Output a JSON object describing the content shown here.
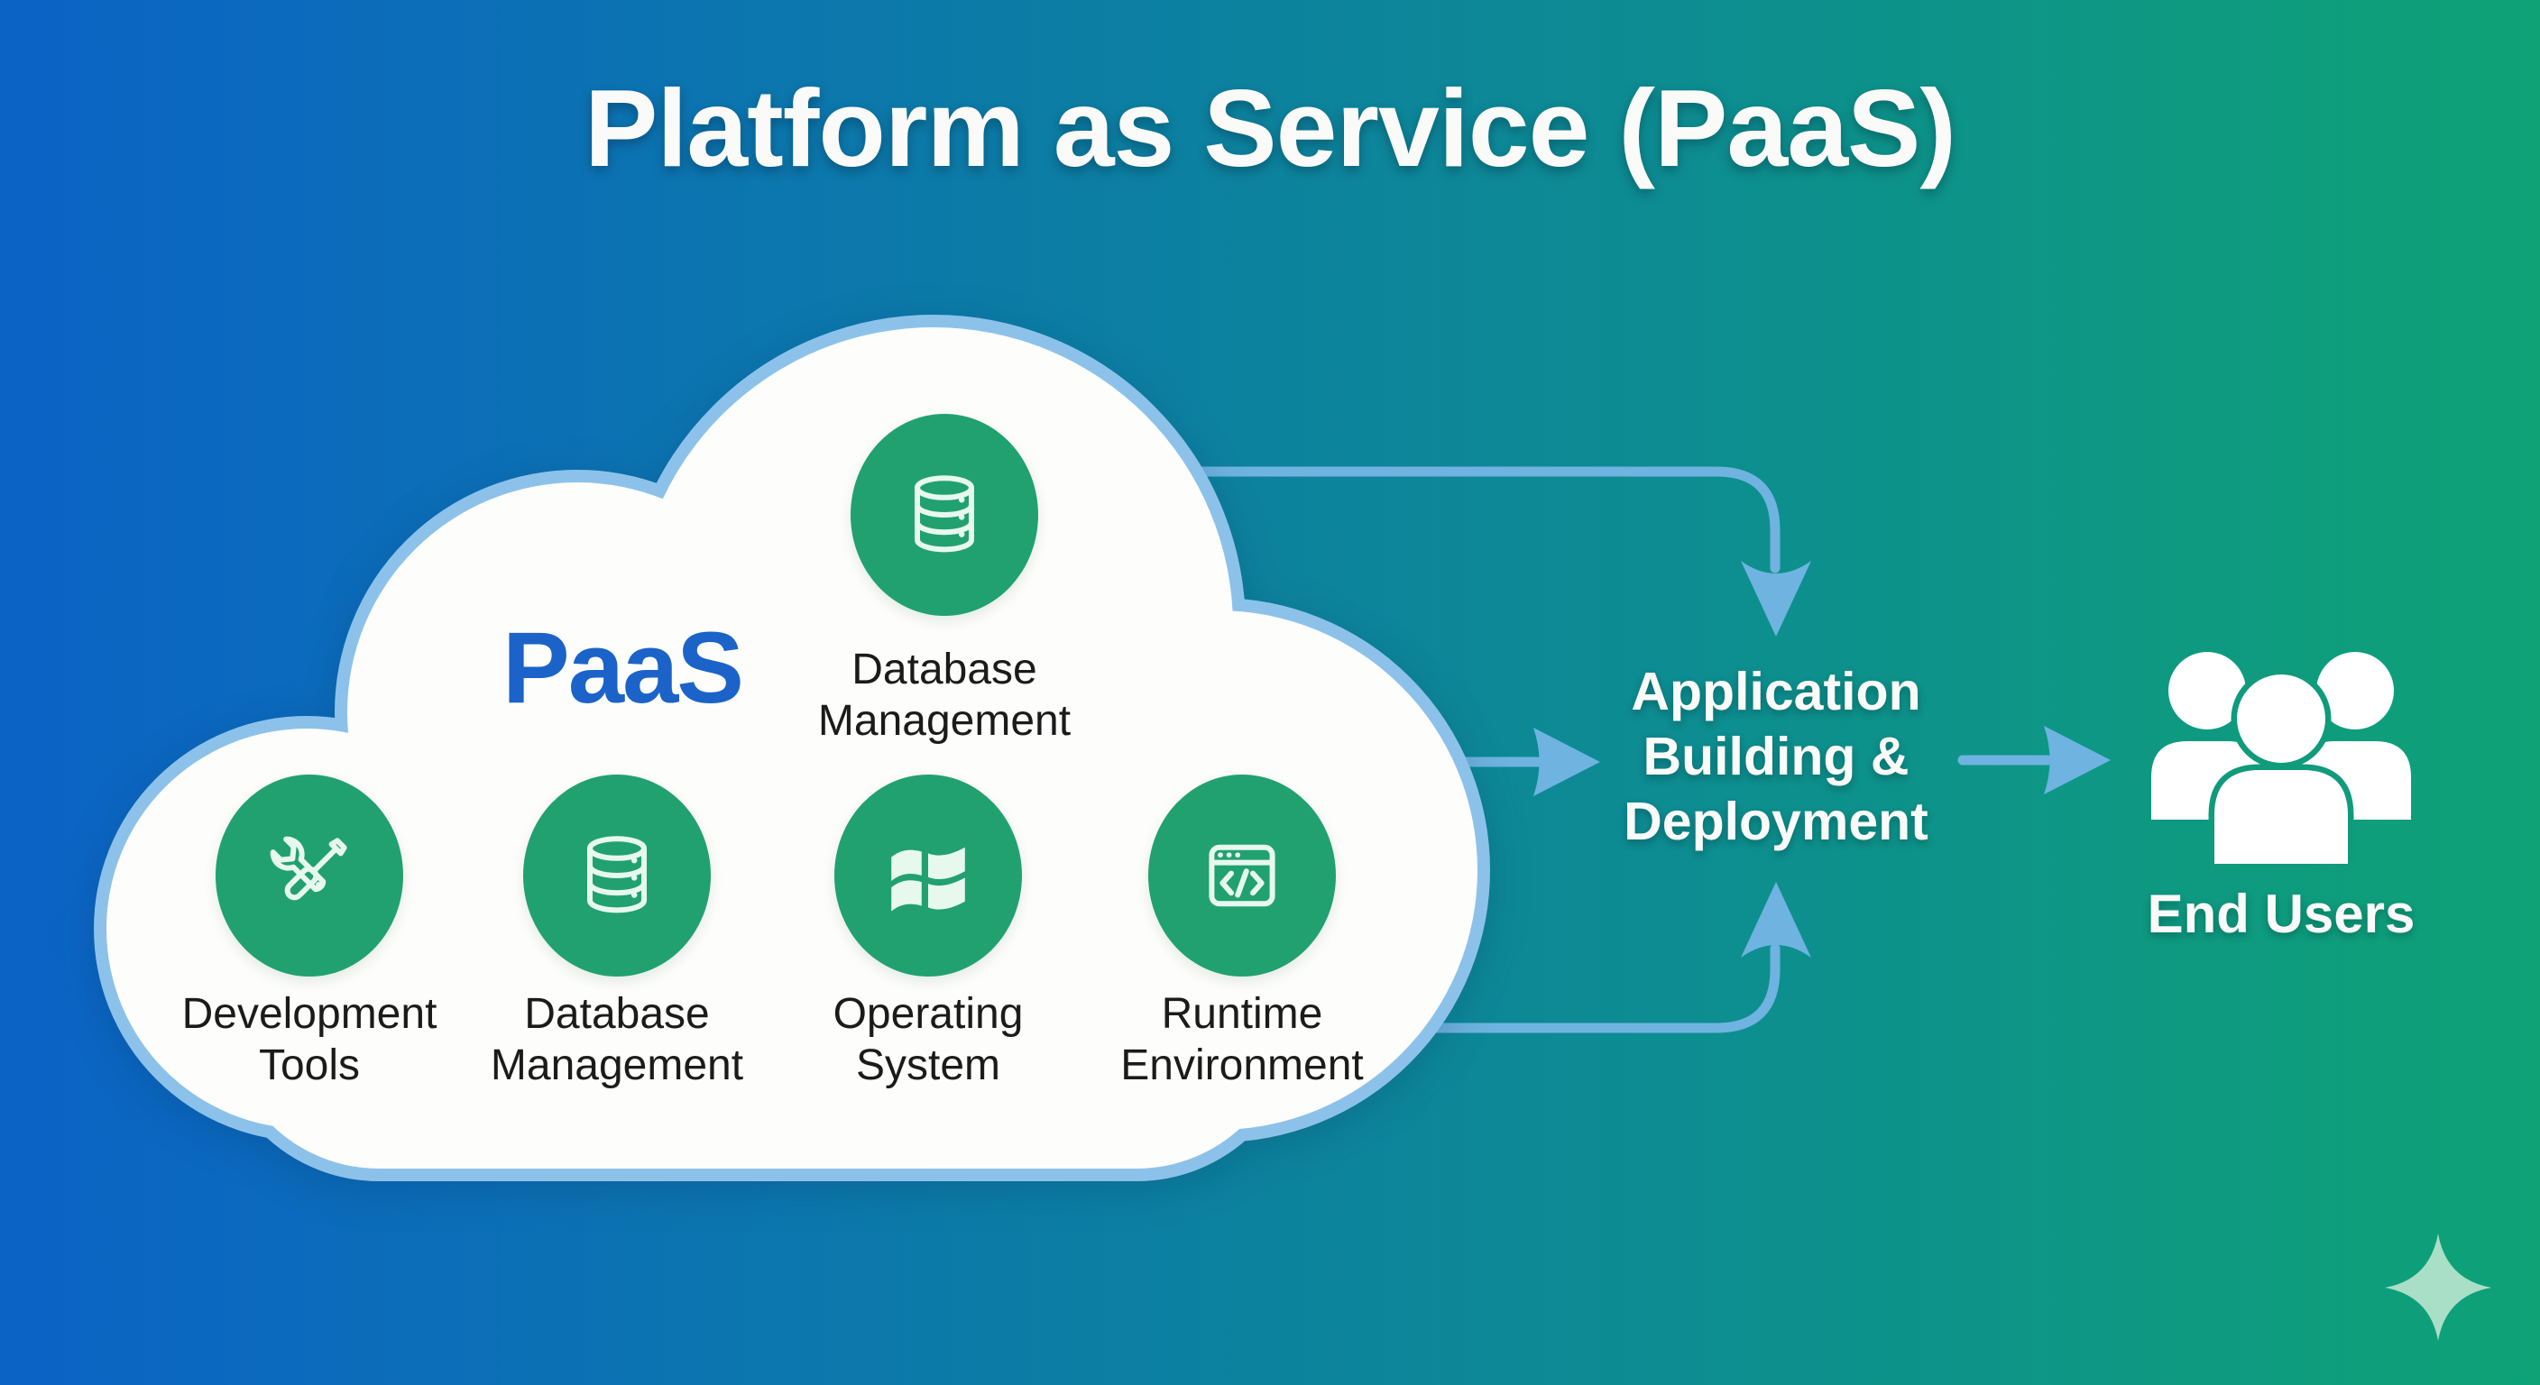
{
  "title": "Platform as Service (PaaS)",
  "cloud": {
    "label": "PaaS",
    "top_item": {
      "label": "Database Management",
      "icon": "database-icon"
    },
    "items": [
      {
        "label": "Development Tools",
        "icon": "tools-icon"
      },
      {
        "label": "Database Management",
        "icon": "database-icon"
      },
      {
        "label": "Operating System",
        "icon": "windows-icon"
      },
      {
        "label": "Runtime Environment",
        "icon": "code-window-icon"
      }
    ]
  },
  "flow": {
    "application_node": {
      "lines": [
        "Application",
        "Building &",
        "Deployment"
      ]
    },
    "end_users": {
      "label": "End Users",
      "icon": "users-icon"
    }
  },
  "colors": {
    "bg_left": "#0b63c6",
    "bg_right": "#0ea276",
    "cloud_fill": "#fdfdfb",
    "cloud_border": "#8cc2ea",
    "circle_green": "#21a170",
    "icon_stroke": "#e7f8ef",
    "paas_blue": "#1b63c8",
    "label_dark": "#1b1b1b",
    "arrow_blue": "#6fb3e0",
    "text_white": "#fafaf8",
    "sparkle": "#a9dfc7",
    "users_outline": "#0f9b7c",
    "users_white": "#ffffff"
  }
}
